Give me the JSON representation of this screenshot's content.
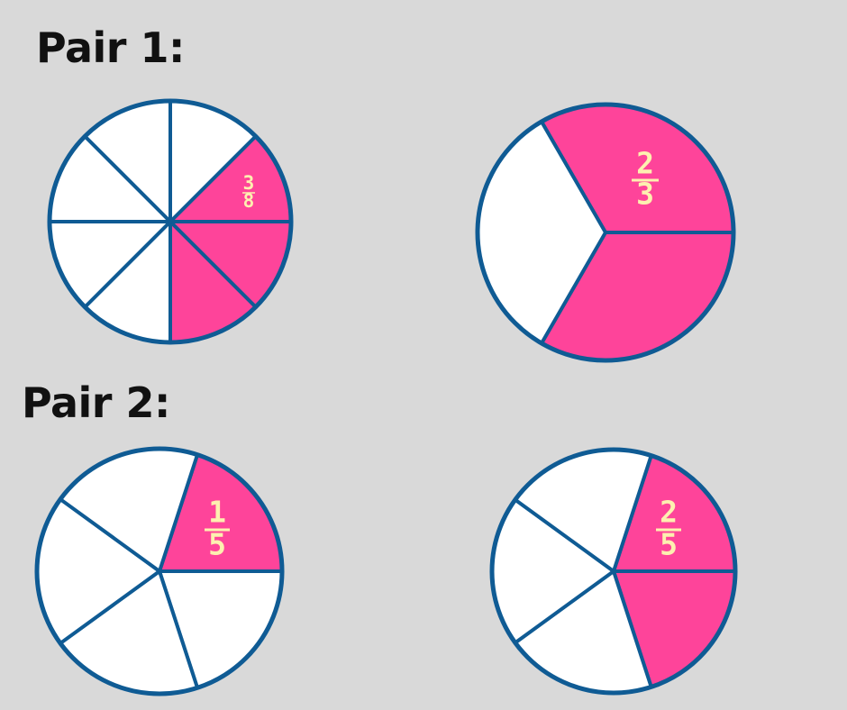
{
  "pairs": [
    {
      "title": "Pair 1:",
      "circles": [
        {
          "parts": 8,
          "shaded": 3,
          "label": {
            "numerator": "3",
            "denominator": "8"
          }
        },
        {
          "parts": 3,
          "shaded": 2,
          "label": {
            "numerator": "2",
            "denominator": "3"
          }
        }
      ]
    },
    {
      "title": "Pair 2:",
      "circles": [
        {
          "parts": 5,
          "shaded": 1,
          "label": {
            "numerator": "1",
            "denominator": "5"
          }
        },
        {
          "parts": 5,
          "shaded": 2,
          "label": {
            "numerator": "2",
            "denominator": "5"
          }
        }
      ]
    }
  ],
  "colors": {
    "background": "#d9d9d9",
    "outline": "#0f5b94",
    "shaded": "#fe449a",
    "unshaded": "#ffffff",
    "label": "#fdf0b0"
  }
}
